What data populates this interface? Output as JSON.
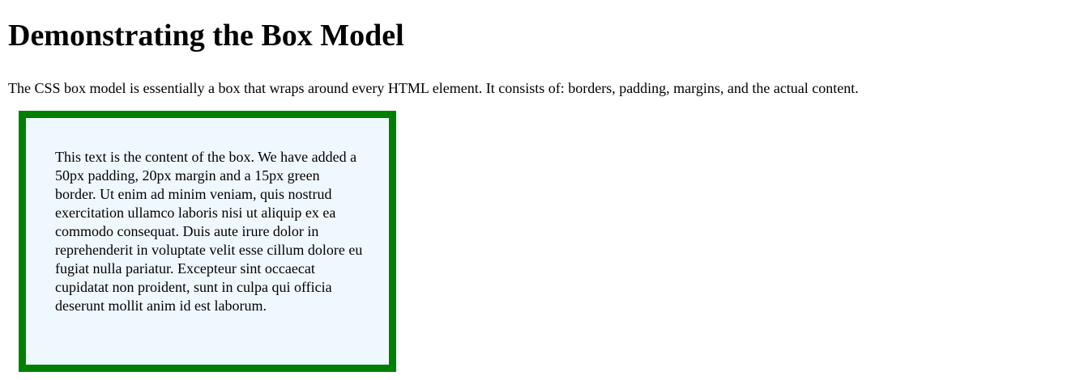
{
  "heading": "Demonstrating the Box Model",
  "intro": "The CSS box model is essentially a box that wraps around every HTML element. It consists of: borders, padding, margins, and the actual content.",
  "box": {
    "content": "This text is the content of the box. We have added a 50px padding, 20px margin and a 15px green border. Ut enim ad minim veniam, quis nostrud exercitation ullamco laboris nisi ut aliquip ex ea commodo consequat. Duis aute irure dolor in reprehenderit in voluptate velit esse cillum dolore eu fugiat nulla pariatur. Excepteur sint occaecat cupidatat non proident, sunt in culpa qui officia deserunt mollit anim id est laborum.",
    "border_color": "#008000",
    "background_color": "#f0f8ff"
  }
}
